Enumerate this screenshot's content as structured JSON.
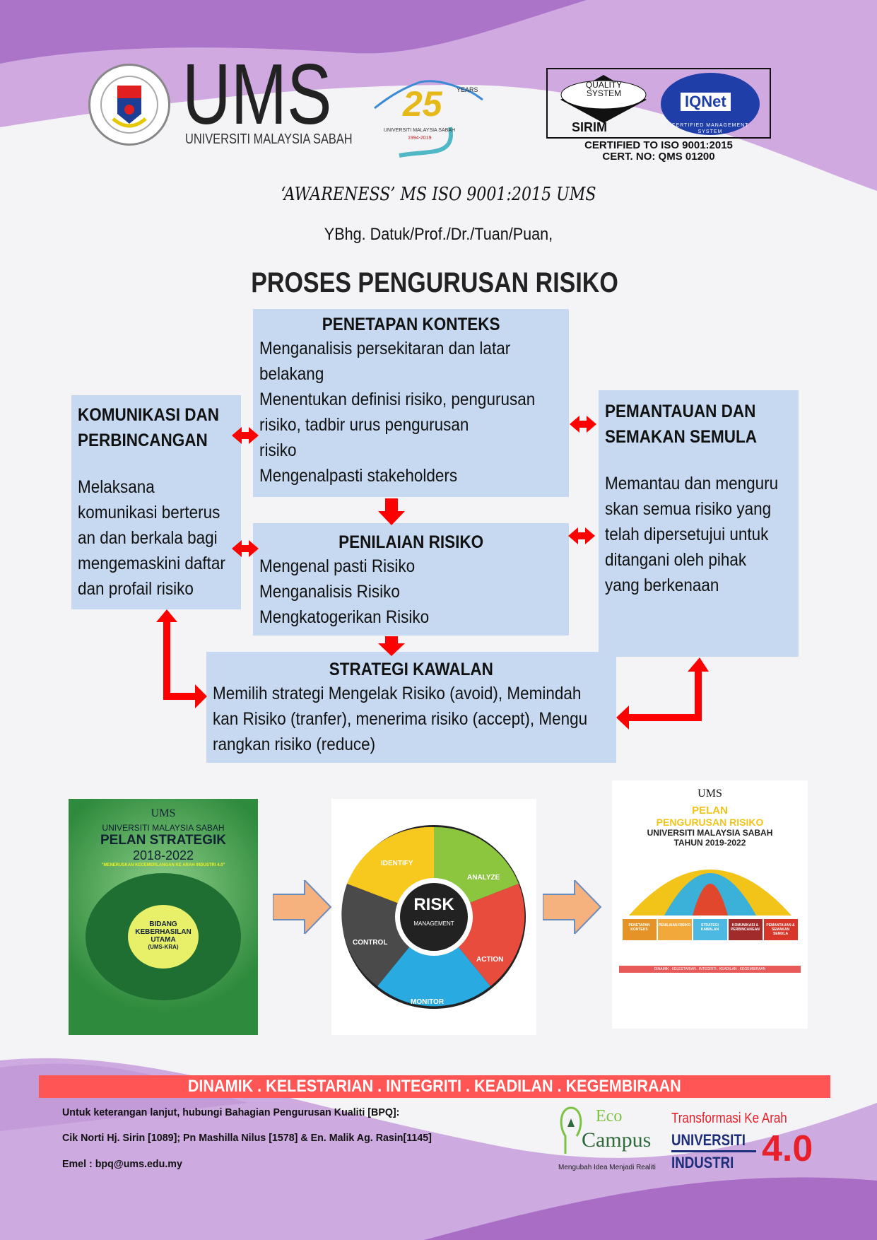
{
  "header": {
    "logo_ums": "UMS",
    "logo_ums_sub": "UNIVERSITI MALAYSIA SABAH",
    "anniv_years": "25",
    "anniv_label": "YEARS",
    "anniv_univ": "UNIVERSITI MALAYSIA SABAH",
    "anniv_dates": "1994-2019",
    "sirim_quality": "QUALITY SYSTEM",
    "sirim": "SIRIM",
    "iqnet": "IQNet",
    "iqnet_ring": "CERTIFIED MANAGEMENT SYSTEM",
    "cert_line1": "CERTIFIED TO ISO 9001:2015",
    "cert_line2": "CERT. NO: QMS 01200"
  },
  "intro": {
    "title": "‘AWARENESS’ MS ISO 9001:2015 UMS",
    "salutation": "YBhg. Datuk/Prof./Dr./Tuan/Puan,"
  },
  "diagram": {
    "title": "PROSES PENGURUSAN RISIKO",
    "penetapan": {
      "heading": "PENETAPAN KONTEKS",
      "lines": [
        "Menganalisis persekitaran dan latar",
        "belakang",
        "Menentukan definisi risiko, pengurusan",
        "risiko, tadbir urus pengurusan",
        "risiko",
        "Mengenalpasti stakeholders"
      ]
    },
    "komunikasi": {
      "heading": [
        "KOMUNIKASI DAN",
        "PERBINCANGAN"
      ],
      "lines": [
        "Melaksana",
        "komunikasi berterus",
        "an dan berkala bagi",
        "mengemaskini daftar",
        "dan profail risiko"
      ]
    },
    "pemantauan": {
      "heading": [
        "PEMANTAUAN DAN",
        "SEMAKAN SEMULA"
      ],
      "lines": [
        "Memantau dan menguru",
        "skan semua risiko yang",
        "telah dipersetujui untuk",
        "ditangani oleh pihak",
        "yang berkenaan"
      ]
    },
    "penilaian": {
      "heading": "PENILAIAN RISIKO",
      "lines": [
        "Mengenal pasti Risiko",
        "Menganalisis Risiko",
        "Mengkatogerikan Risiko"
      ]
    },
    "strategi": {
      "heading": "STRATEGI KAWALAN",
      "lines": [
        "Memilih strategi Mengelak Risiko (avoid), Memindah",
        "kan Risiko (tranfer), menerima risiko (accept), Mengu",
        "rangkan risiko (reduce)"
      ]
    }
  },
  "images": {
    "pelan_strategik": {
      "logo": "UMS",
      "univ": "UNIVERSITI MALAYSIA SABAH",
      "title": "PELAN STRATEGIK",
      "years": "2018-2022",
      "tagline": "\"MENERUSKAN KECEMERLANGAN KE ARAH INDUSTRI 4.0\"",
      "center": "BIDANG KEBERHASILAN UTAMA",
      "center_sub": "(UMS-KRA)"
    },
    "risk_wheel": {
      "center1": "RISK",
      "center2": "MANAGEMENT",
      "segments": [
        "IDENTIFY",
        "ANALYZE",
        "ACTION",
        "MONITOR",
        "CONTROL"
      ]
    },
    "pelan_risiko": {
      "logo": "UMS",
      "t1": "PELAN",
      "t2": "PENGURUSAN RISIKO",
      "t3": "UNIVERSITI MALAYSIA SABAH",
      "t4": "TAHUN 2019-2022",
      "steps": [
        "PENETAPAN KONTEKS",
        "PENILAIAN RISIKO",
        "STRATEGI KAWALAN",
        "KOMUNIKASI & PERBINCANGAN",
        "PEMANTAUAN & SEMAKAN SEMULA"
      ],
      "footer": "DINAMIK . KELESTARIAN . INTEGRITI . KEADILAN . KEGEMBIRAAN"
    }
  },
  "footer": {
    "values": "DINAMIK . KELESTARIAN . INTEGRITI . KEADILAN . KEGEMBIRAAN",
    "contact1": "Untuk keterangan lanjut, hubungi Bahagian Pengurusan Kualiti [BPQ]:",
    "contact2": "Cik Norti Hj. Sirin [1089]; Pn Mashilla Nilus [1578] & En. Malik Ag. Rasin[1145]",
    "email": "Emel : bpq@ums.edu.my",
    "eco1": "Eco",
    "eco2": "Campus",
    "eco_tag": "Mengubah Idea Menjadi Realiti",
    "trans1": "Transformasi Ke Arah",
    "trans2": "UNIVERSITI",
    "trans3": "INDUSTRI",
    "trans4": "4.0"
  },
  "colors": {
    "box": "#c6d9f0",
    "arrow": "#ff0000",
    "banner": "#ff5555",
    "purple": "#a96dc6"
  }
}
